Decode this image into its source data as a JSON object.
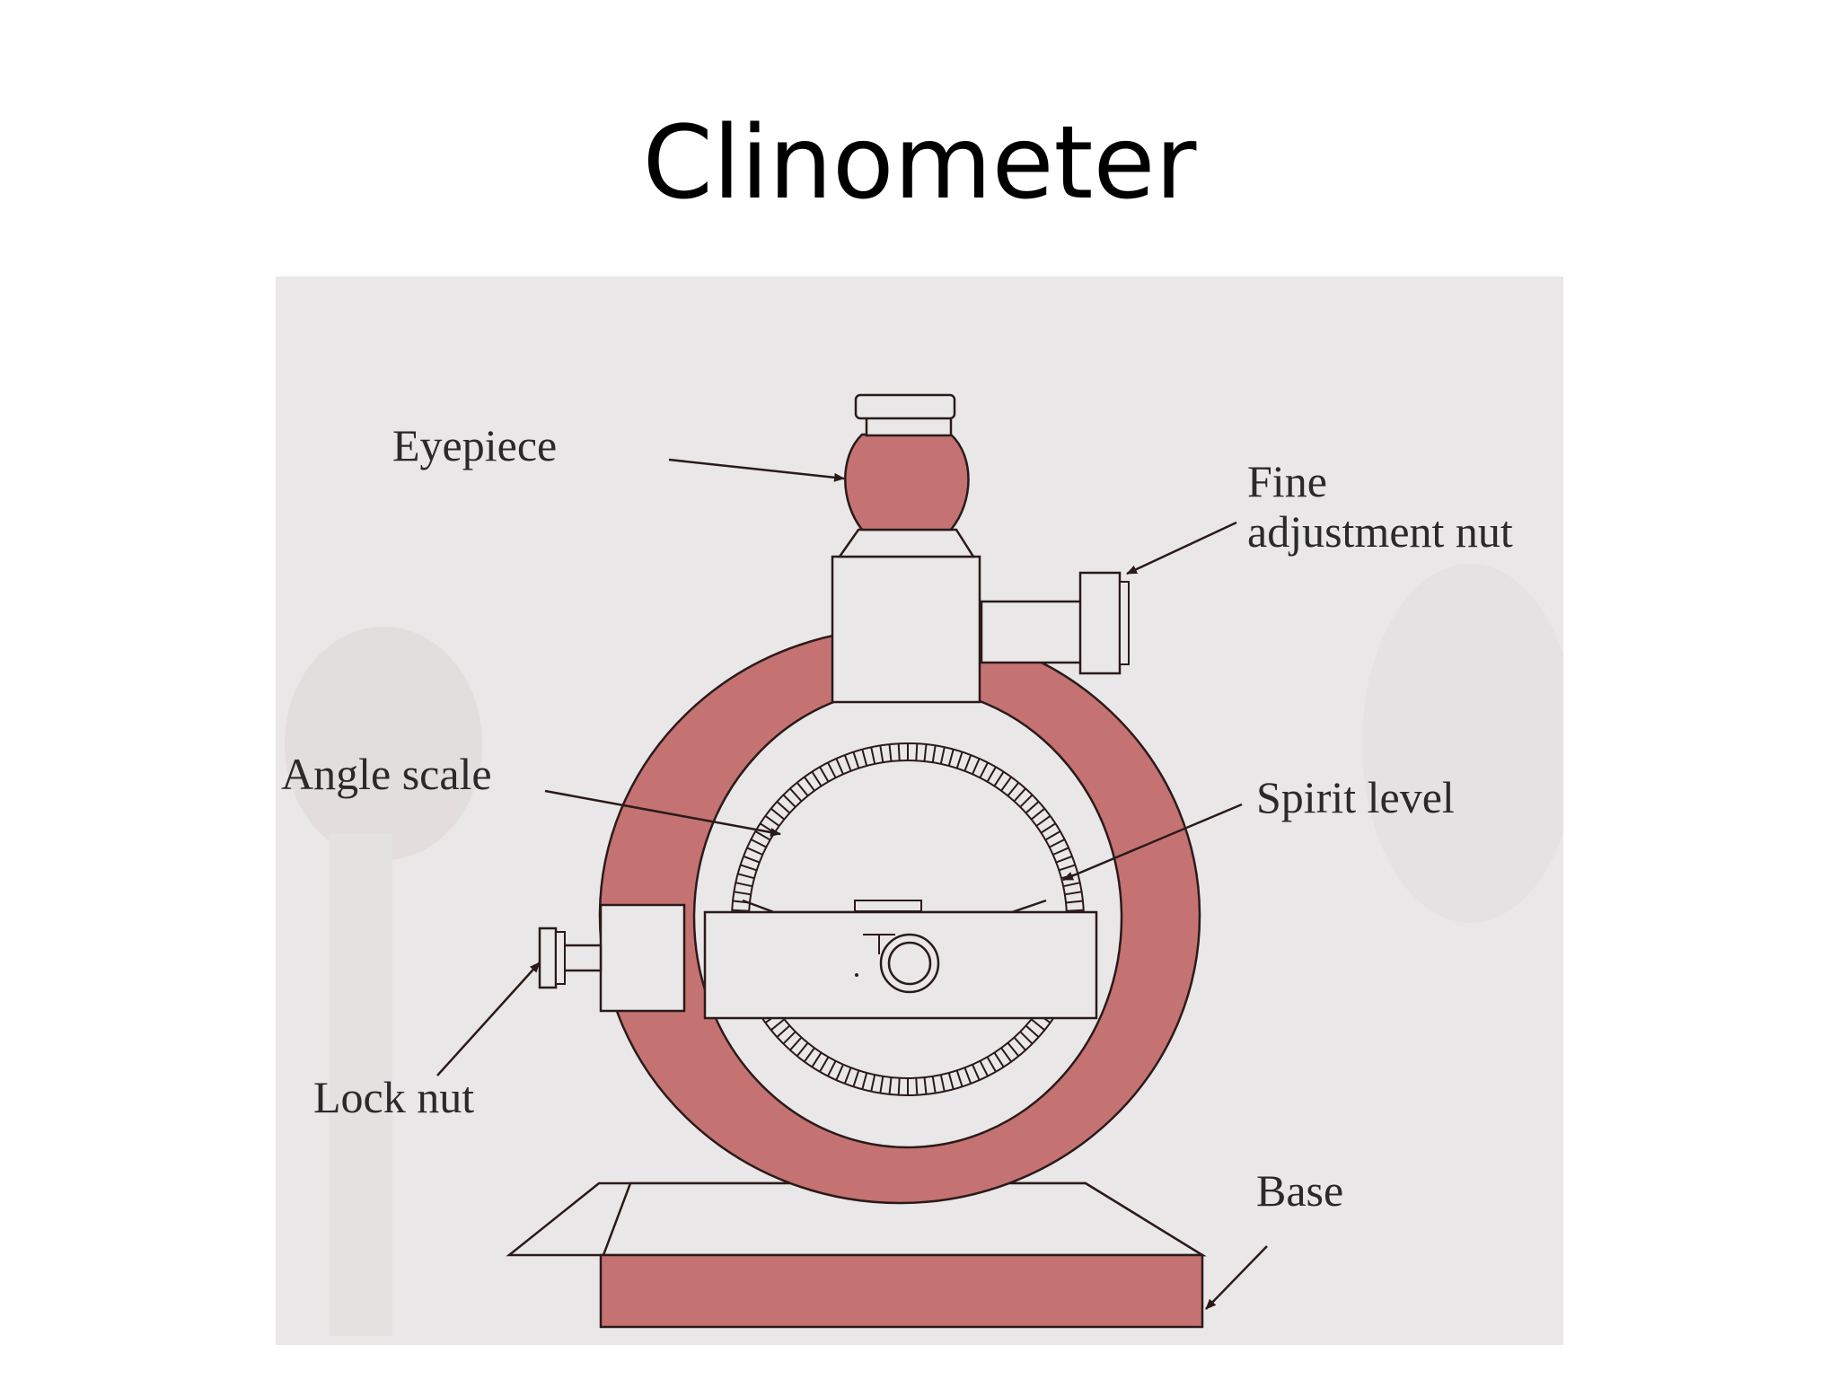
{
  "title": "Clinometer",
  "colors": {
    "body_fill": "#c47272",
    "line": "#2b1a1a",
    "light_fill": "#e9e7e7",
    "background": "#e9e7e7"
  },
  "labels": {
    "eyepiece": "Eyepiece",
    "fine_adjustment_nut": "Fine\nadjustment nut",
    "angle_scale": "Angle scale",
    "spirit_level": "Spirit level",
    "lock_nut": "Lock nut",
    "base": "Base"
  }
}
